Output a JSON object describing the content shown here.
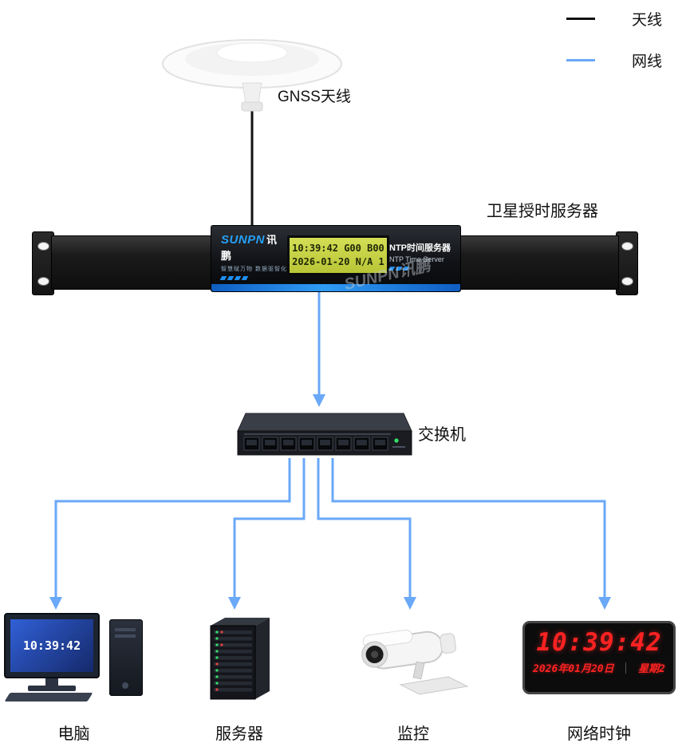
{
  "legend": {
    "items": [
      {
        "label": "天线",
        "color": "#111111"
      },
      {
        "label": "网线",
        "color": "#6aa8f8"
      }
    ]
  },
  "antenna": {
    "label": "GNSS天线"
  },
  "time_server": {
    "label": "卫星授时服务器",
    "brand_en": "SUNPN",
    "brand_cn": "讯鹏",
    "tagline": "智慧赋万物 数据驱智化",
    "lcd_line1": "10:39:42 G00 B00",
    "lcd_line2": "2026-01-20 N/A 1",
    "panel_title_cn": "NTP时间服务器",
    "panel_title_en": "NTP Time Server",
    "watermark": "SUNPN讯鹏"
  },
  "switch": {
    "label": "交换机"
  },
  "devices": {
    "computer": {
      "label": "电脑",
      "screen_time": "10:39:42"
    },
    "server": {
      "label": "服务器"
    },
    "camera": {
      "label": "监控"
    },
    "clock": {
      "label": "网络时钟",
      "time": "10:39:42",
      "date": "2026年01月20日",
      "week": "星期2"
    }
  },
  "colors": {
    "cable_antenna": "#111111",
    "cable_network": "#6aa8f8",
    "accent_blue": "#1f8ff0",
    "lcd_bg": "#c9d445",
    "clock_red": "#ff2222"
  }
}
